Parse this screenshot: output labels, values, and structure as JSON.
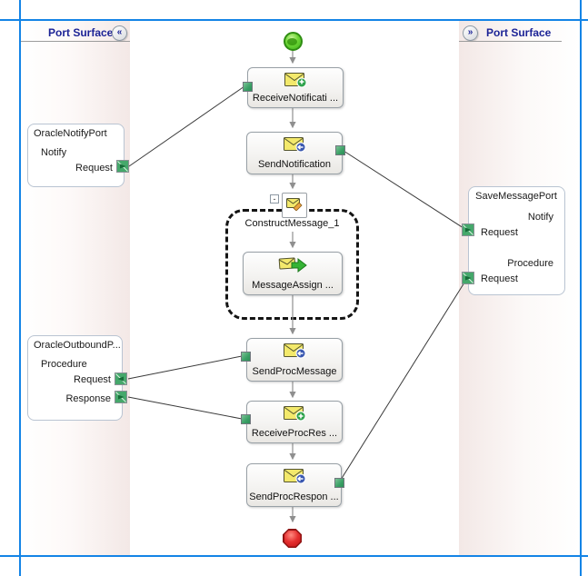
{
  "left_panel": {
    "title": "Port Surface",
    "collapse_glyph": "«"
  },
  "right_panel": {
    "title": "Port Surface",
    "expand_glyph": "»"
  },
  "flow": {
    "receive_notification": {
      "label": "ReceiveNotificati ..."
    },
    "send_notification": {
      "label": "SendNotification"
    },
    "construct_message": {
      "label": "ConstructMessage_1",
      "collapse_glyph": "-"
    },
    "message_assign": {
      "label": "MessageAssign ..."
    },
    "send_proc_message": {
      "label": "SendProcMessage"
    },
    "receive_proc_res": {
      "label": "ReceiveProcRes ..."
    },
    "send_proc_respon": {
      "label": "SendProcRespon ..."
    }
  },
  "port_boxes": {
    "oracle_notify": {
      "title": "OracleNotifyPort",
      "operation": "Notify",
      "request": "Request"
    },
    "oracle_outbound": {
      "title": "OracleOutboundP...",
      "operation": "Procedure",
      "request": "Request",
      "response": "Response"
    },
    "save_message": {
      "title": "SaveMessagePort",
      "notify_operation": "Notify",
      "notify_request": "Request",
      "procedure_operation": "Procedure",
      "procedure_request": "Request"
    }
  },
  "colors": {
    "frame_blue": "#1484e6",
    "title_navy": "#1c2396",
    "port_green": "#3aa065",
    "envelope_yellow": "#f3e96b",
    "start_green": "#4db81e",
    "end_red": "#d41c1c"
  }
}
